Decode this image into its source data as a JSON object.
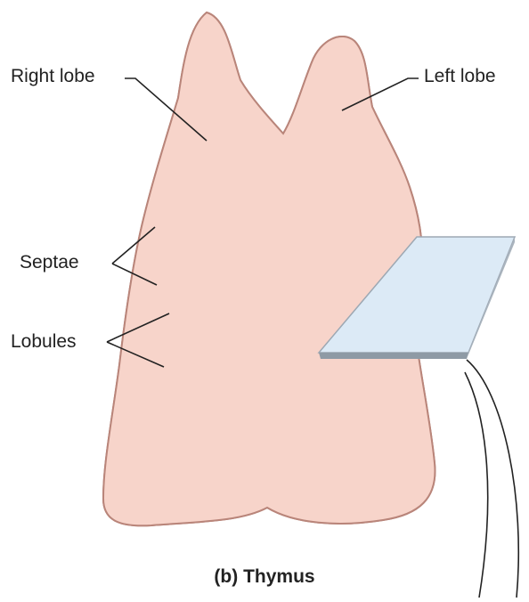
{
  "labels": {
    "right_lobe": "Right lobe",
    "left_lobe": "Left lobe",
    "septae": "Septae",
    "lobules": "Lobules"
  },
  "caption": {
    "letter": "(b)",
    "title": "Thymus"
  },
  "colors": {
    "organ_fill": "#f7d4ca",
    "organ_outline": "#b9857a",
    "lobule_line": "#d9a79b",
    "section_plane_top": "#dceaf6",
    "section_plane_edge": "#9da8b3",
    "leader_line": "#222222"
  }
}
